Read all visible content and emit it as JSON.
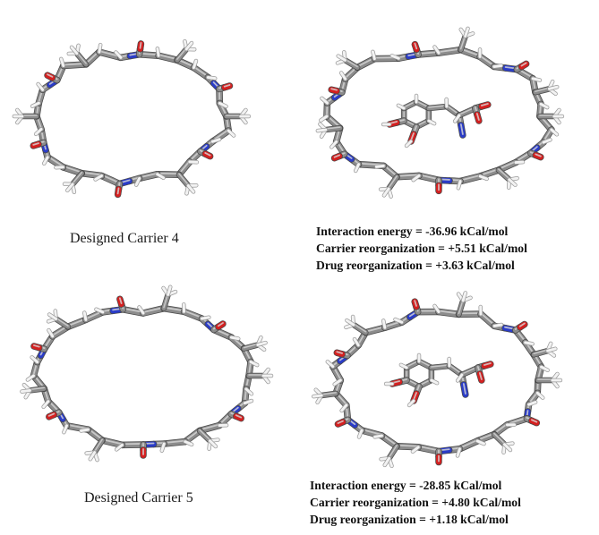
{
  "figure": {
    "panels": [
      {
        "id": "carrier4-free",
        "caption": "Designed Carrier 4"
      },
      {
        "id": "carrier4-complex",
        "energies": [
          "Interaction energy = -36.96 kCal/mol",
          "Carrier reorganization = +5.51 kCal/mol",
          "Drug reorganization = +3.63 kCal/mol"
        ]
      },
      {
        "id": "carrier5-free",
        "caption": "Designed Carrier 5"
      },
      {
        "id": "carrier5-complex",
        "energies": [
          "Interaction energy = -28.85 kCal/mol",
          "Carrier reorganization = +4.80 kCal/mol",
          "Drug reorganization = +1.18 kCal/mol"
        ]
      }
    ],
    "colors": {
      "carbon": "#8c8c8c",
      "carbon_dark": "#4a4a4a",
      "hydrogen": "#f2f2f2",
      "nitrogen": "#2a3cc8",
      "oxygen": "#d42020"
    }
  }
}
